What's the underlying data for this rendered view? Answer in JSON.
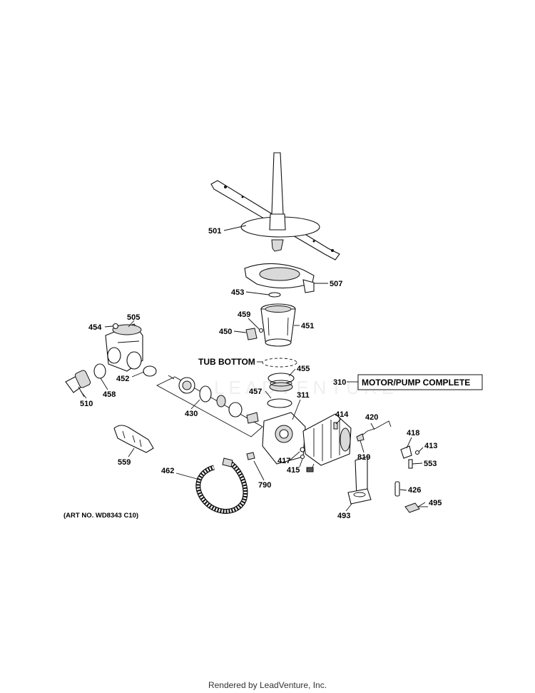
{
  "labels": {
    "p501": "501",
    "p507": "507",
    "p453": "453",
    "p459": "459",
    "p450": "450",
    "p451": "451",
    "p454": "454",
    "p505": "505",
    "tub": "TUB BOTTOM",
    "p455": "455",
    "p310": "310",
    "motor": "MOTOR/PUMP COMPLETE",
    "p452": "452",
    "p458": "458",
    "p510": "510",
    "p457": "457",
    "p311": "311",
    "p430": "430",
    "p414": "414",
    "p420": "420",
    "p418": "418",
    "p413": "413",
    "p819": "819",
    "p553": "553",
    "p417": "417",
    "p415": "415",
    "p559": "559",
    "p462": "462",
    "p790": "790",
    "p426": "426",
    "p495": "495",
    "p493": "493",
    "art": "(ART NO. WD8343 C10)"
  },
  "watermark": "LEADVENTURE",
  "footer": "Rendered by LeadVenture, Inc."
}
